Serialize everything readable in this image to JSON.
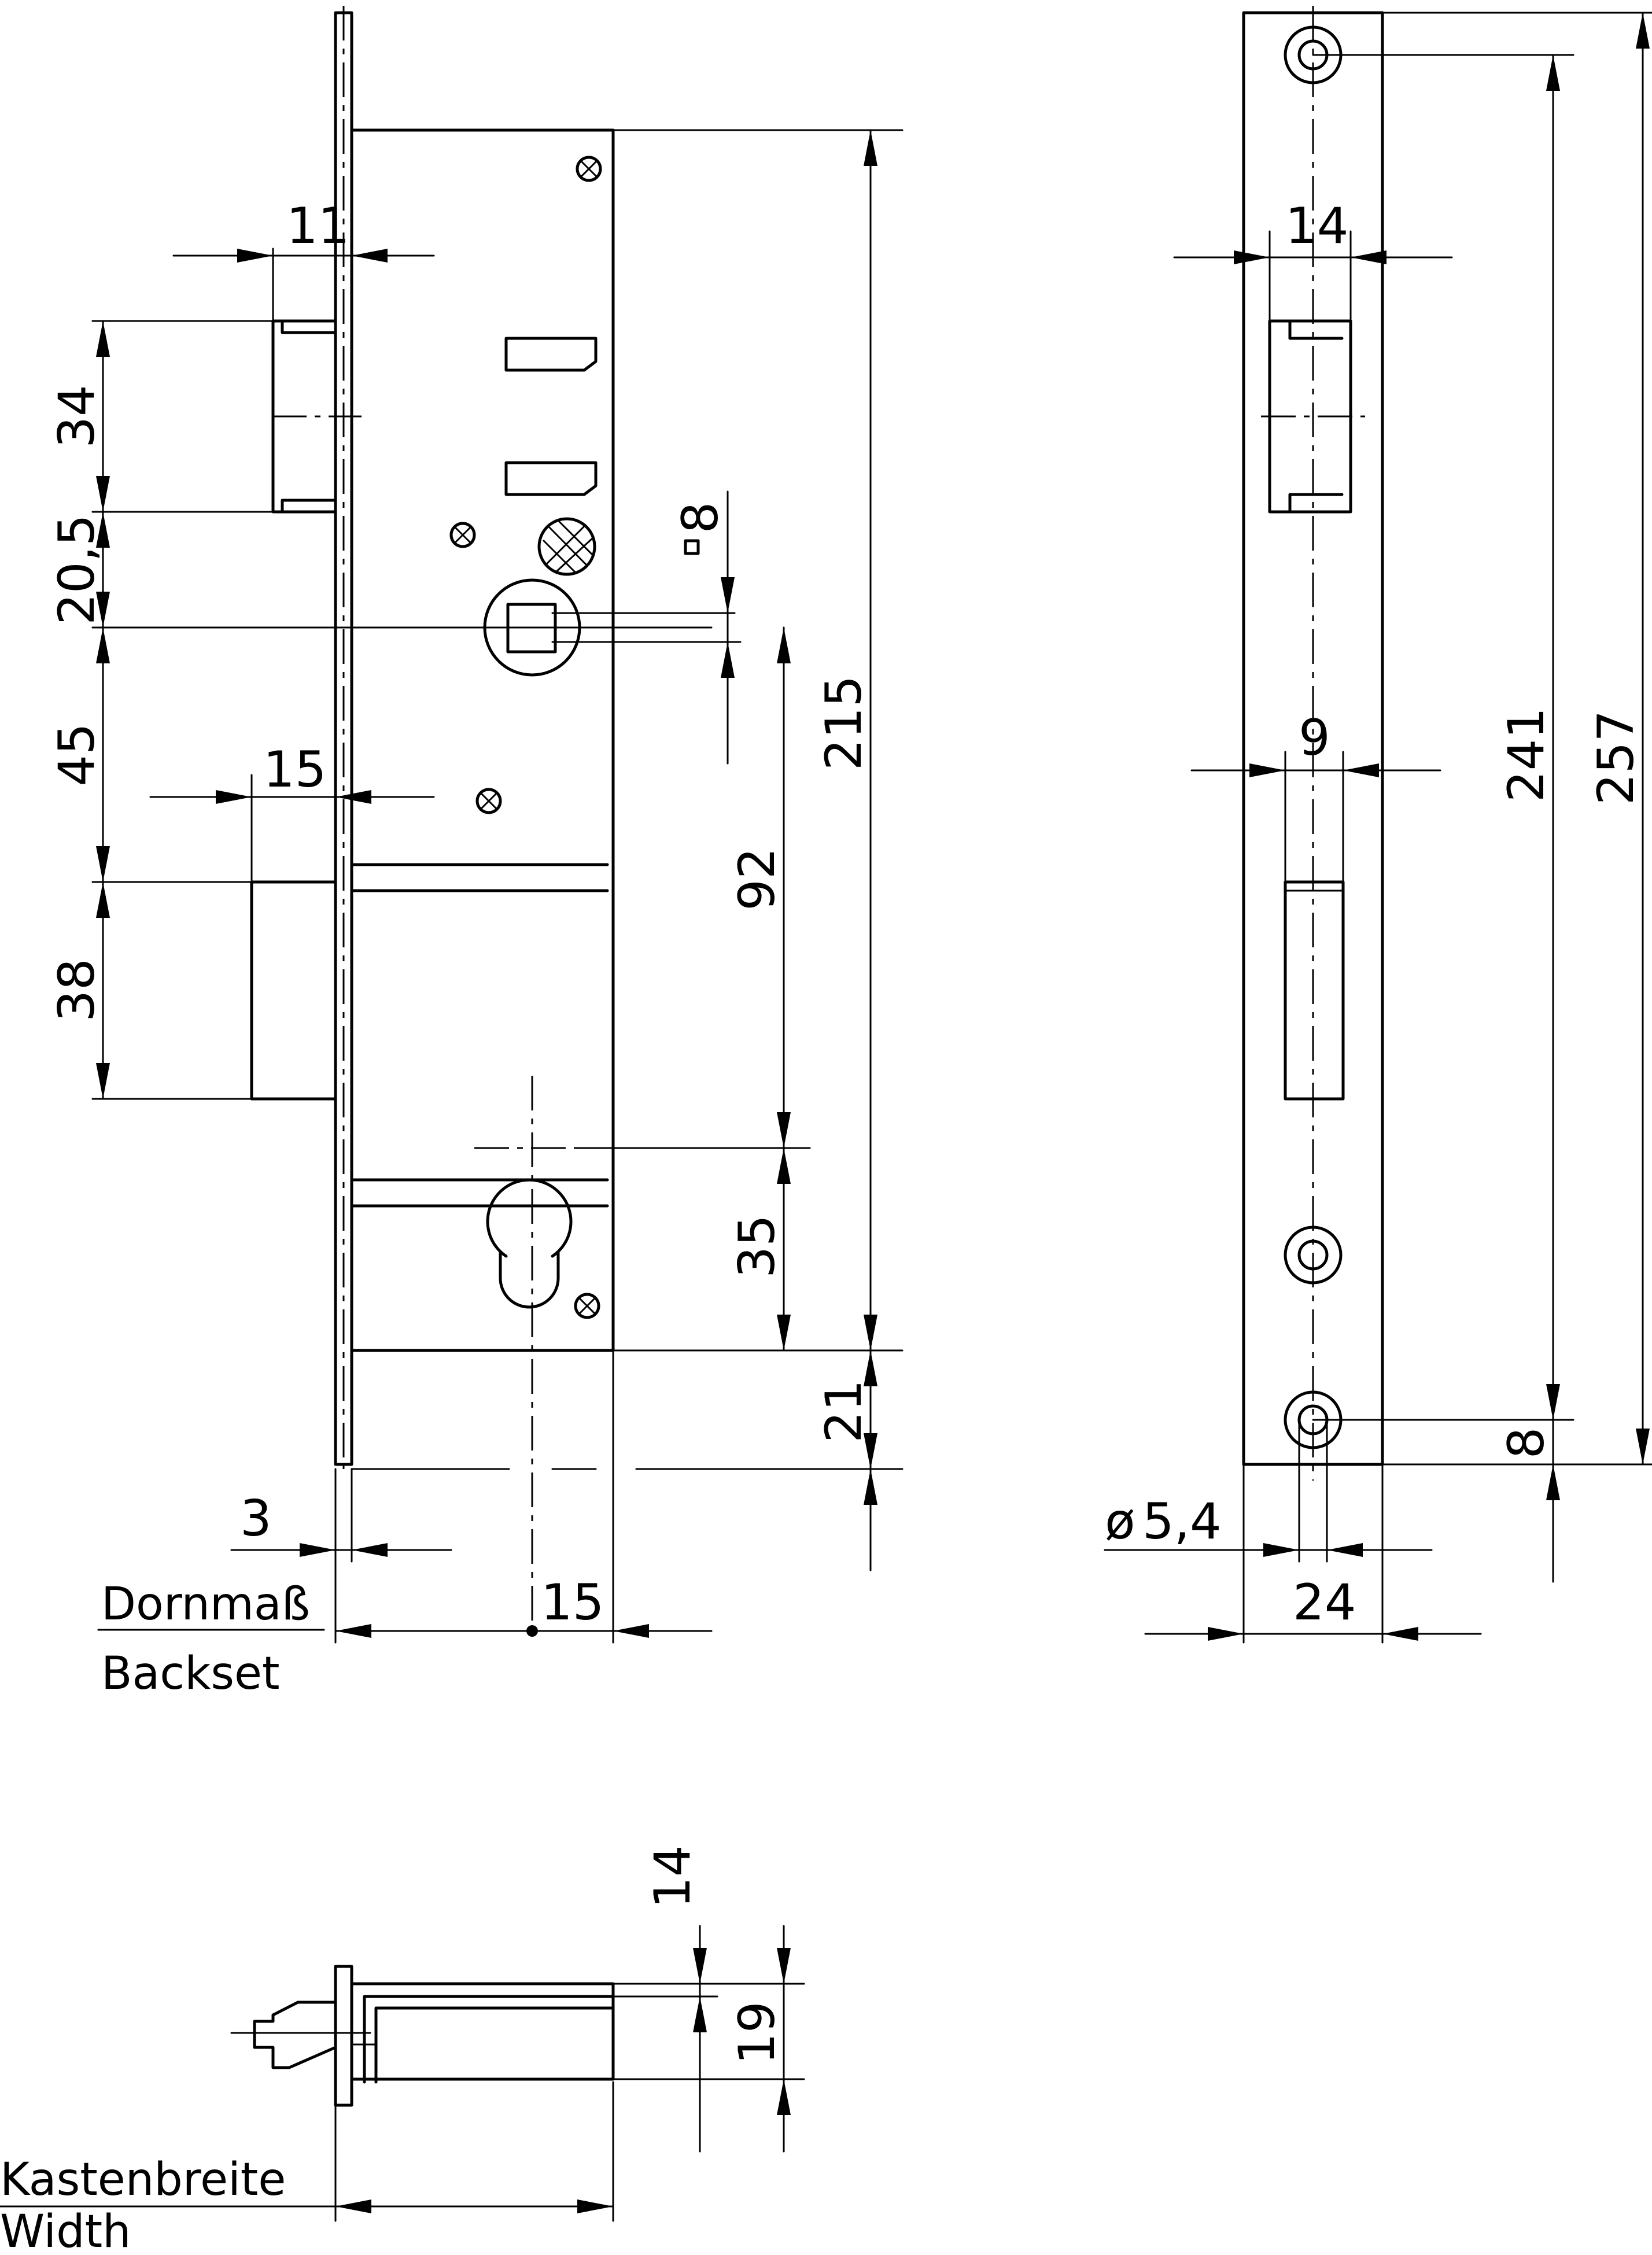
{
  "dimensions": {
    "d11": "11",
    "d34": "34",
    "d20_5": "20,5",
    "d45": "45",
    "d15_latch": "15",
    "d38": "38",
    "d8_square": "8",
    "d92": "92",
    "d215": "215",
    "d35": "35",
    "d21": "21",
    "d3": "3",
    "d15_backset": "15",
    "d14_plate": "14",
    "d9": "9",
    "d241": "241",
    "d257": "257",
    "d8_plate": "8",
    "d5_4": "5,4",
    "d24": "24",
    "d14_width": "14",
    "d19": "19"
  },
  "labels": {
    "backset_de": "Dornmaß",
    "backset_en": "Backset",
    "width_de": "Kastenbreite",
    "width_en": "Width"
  },
  "symbols": {
    "square": "square-icon",
    "diameter": "ø"
  }
}
